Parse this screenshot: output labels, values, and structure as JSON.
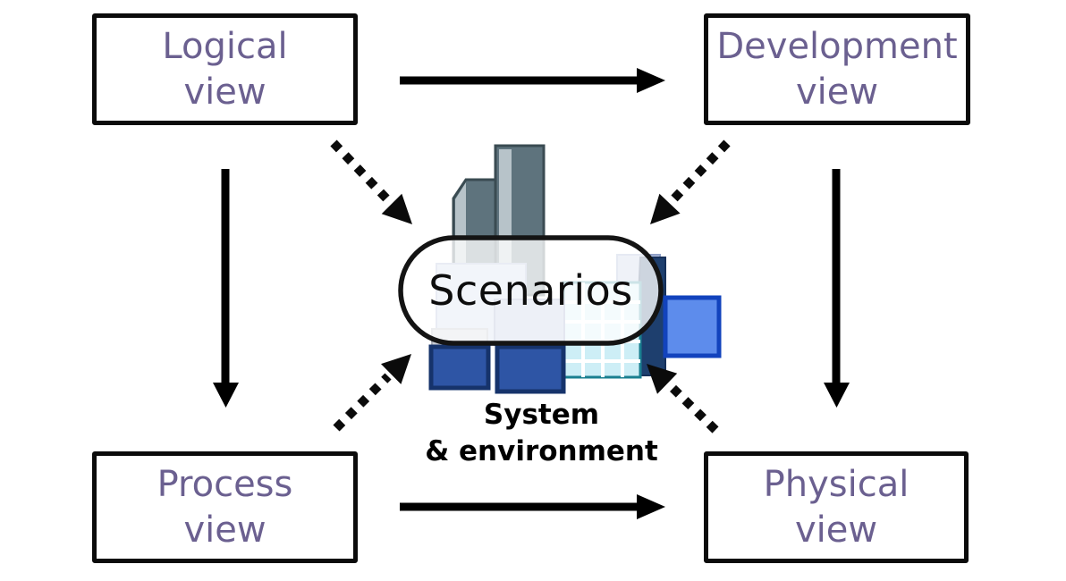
{
  "boxes": {
    "logical": {
      "line1": "Logical",
      "line2": "view"
    },
    "development": {
      "line1": "Development",
      "line2": "view"
    },
    "process": {
      "line1": "Process",
      "line2": "view"
    },
    "physical": {
      "line1": "Physical",
      "line2": "view"
    }
  },
  "center": {
    "label": "Scenarios"
  },
  "caption": {
    "line1": "System",
    "line2": "& environment"
  },
  "edges": {
    "solid": [
      {
        "from": "Logical view",
        "to": "Development view"
      },
      {
        "from": "Logical view",
        "to": "Process view"
      },
      {
        "from": "Development view",
        "to": "Physical view"
      },
      {
        "from": "Process view",
        "to": "Physical view"
      }
    ],
    "dashed": [
      {
        "from": "Logical view",
        "to": "Scenarios"
      },
      {
        "from": "Development view",
        "to": "Scenarios"
      },
      {
        "from": "Process view",
        "to": "Scenarios"
      },
      {
        "from": "Physical view",
        "to": "Scenarios"
      }
    ]
  },
  "colors": {
    "box_text": "#6b6090",
    "box_border": "#0b0b0b",
    "arrow": "#000000",
    "pill_border": "#141414",
    "caption_text": "#000000",
    "building_gray_dark": "#5e737d",
    "building_gray_light": "#b7c3c9",
    "building_periwinkle": "#c3cfe8",
    "building_blue_dark": "#2e55a5",
    "building_blue_mid": "#5d8cec",
    "building_navy": "#1e3f6e",
    "building_grid_fill": "#cdeef6",
    "building_grid_line": "#1a7f90"
  }
}
